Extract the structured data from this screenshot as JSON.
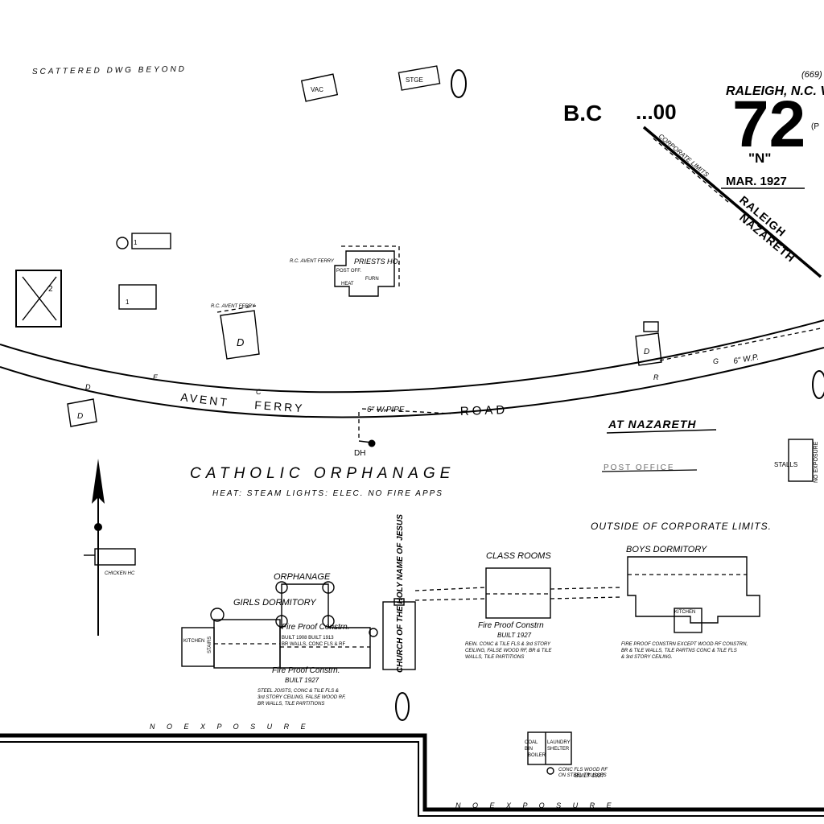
{
  "header": {
    "page_number": "72",
    "sheet_ref": "(669)",
    "city_volume": "RALEIGH, N.C. Vo",
    "orientation": "\"N\"",
    "date": "MAR. 1927",
    "corner_mark": "(P",
    "stamp_left": "B.C",
    "stamp_right": "...00"
  },
  "top_note": "SCATTERED DWG BEYOND",
  "corporate_line": {
    "label": "CORPORATE LIMITS",
    "district_1": "RALEIGH",
    "district_2": "NAZARETH"
  },
  "road": {
    "name_1": "AVENT",
    "name_2": "FERRY",
    "name_3": "ROAD",
    "pipe_label": "6\" W.PIPE",
    "pipe_label_east": "6\" W.P.",
    "hydrant_label": "DH",
    "letters": [
      "D",
      "E",
      "C",
      "G",
      "R"
    ]
  },
  "locality": {
    "at_label": "AT NAZARETH",
    "postoffice_label": "POST OFFICE",
    "limits_note": "OUTSIDE OF CORPORATE LIMITS."
  },
  "institution": {
    "name": "CATHOLIC ORPHANAGE",
    "services": "HEAT: STEAM LIGHTS: ELEC. NO FIRE APPS"
  },
  "outbuildings": {
    "vac_label": "VAC",
    "stge_label": "STGE",
    "priests_label": "PRIESTS HO.",
    "post_office_short": "POST OFF.",
    "heat_label": "HEAT",
    "furn_label": "FURN",
    "rc_note": "R.C. AVENT FERRY",
    "d_label": "D",
    "one_label": "1",
    "two_label": "2",
    "chicken_label": "CHICKEN HC"
  },
  "buildings": {
    "orphanage": {
      "title": "ORPHANAGE",
      "constr": "Fire Proof Constrn.",
      "built": "BUILT 1908 BUILT 1913",
      "notes": "BR WALLS, CONC FLS & RF"
    },
    "girls": {
      "title": "GIRLS DORMITORY",
      "kitchen": "KITCHEN",
      "stairs": "STAIRS",
      "constr": "Fire Proof Constrn.",
      "built": "BUILT 1927",
      "notes": "STEEL JOISTS, CONC & TILE FLS & 3rd STORY CEILING, FALSE WOOD RF, BR WALLS, TILE PARTITIONS"
    },
    "church": {
      "title": "CHURCH OF THE HOLY NAME OF JESUS"
    },
    "classrooms": {
      "title": "CLASS ROOMS",
      "constr": "Fire Proof Constrn",
      "built": "BUILT 1927",
      "notes": "REIN. CONC & TILE FLS & 3rd STORY CEILING, FALSE WOOD RF, BR & TILE WALLS, TILE PARTITIONS"
    },
    "boys": {
      "title": "BOYS DORMITORY",
      "kitchen": "KITCHEN",
      "kitchen_note": "CONC FL WOOD RF ON STEEL TRUSSES",
      "notes": "FIRE PROOF CONSTRN EXCEPT WOOD RF CONSTRN, BR & TILE WALLS, TILE PARTNS CONC & TILE FLS & 3rd STORY CEILING."
    },
    "laundry": {
      "title": "LAUNDRY",
      "coal": "COAL",
      "bin": "BIN",
      "boiler": "BOILER",
      "shelter": "SHELTER",
      "note": "CONC FLS WOOD RF ON STEEL TRUSSES",
      "built": "BUILT 1927"
    },
    "east_stall": {
      "label": "STALLS",
      "exposure": "NO EXPOSURE"
    }
  },
  "exposure_label": "N O   E X P O S U R E",
  "colors": {
    "ink": "#000000",
    "paper": "#ffffff"
  }
}
